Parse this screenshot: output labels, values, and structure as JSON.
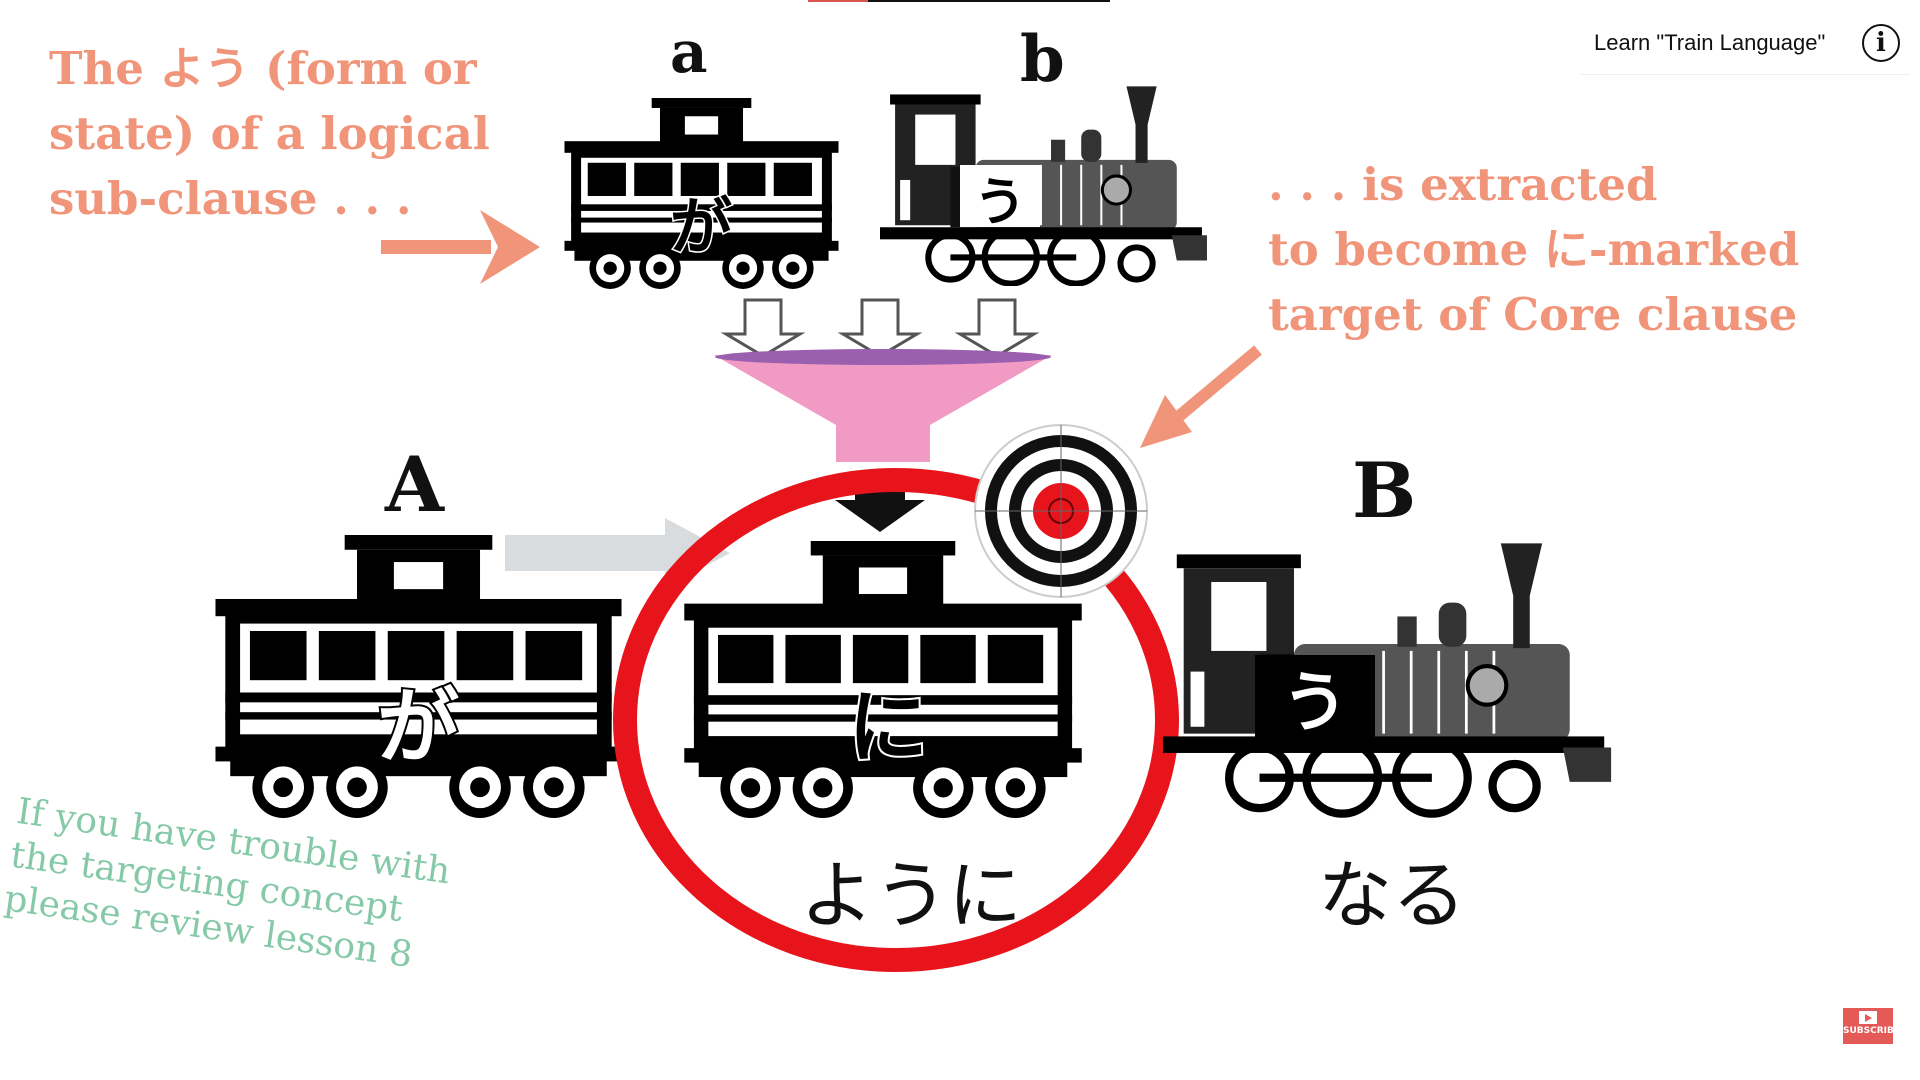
{
  "player": {
    "channel_title": "Learn \"Train Language\"",
    "info_icon": "info-icon",
    "progress": 0.2,
    "subscribe_label": "SUBSCRIBE"
  },
  "slide": {
    "intro_text": [
      "The よう (form or",
      "state) of a logical",
      "sub-clause . . ."
    ],
    "extract_text": [
      ". . . is extracted",
      "to become に-marked",
      "target of Core clause"
    ],
    "labels": {
      "a": "a",
      "b": "b",
      "A": "A",
      "B": "B"
    },
    "car_a_kana": "が",
    "loco_b_kana": "う",
    "car_A_kana": "が",
    "car_ni_kana": "に",
    "loco_B_kana": "う",
    "youni": "ように",
    "naru": "なる",
    "review_note": [
      "If you have trouble with",
      "the targeting concept",
      "please review lesson 8"
    ]
  },
  "colors": {
    "orange": "#f0957a",
    "green": "#85c9a8",
    "red": "#e8141c",
    "funnel": "#f09ac4"
  }
}
